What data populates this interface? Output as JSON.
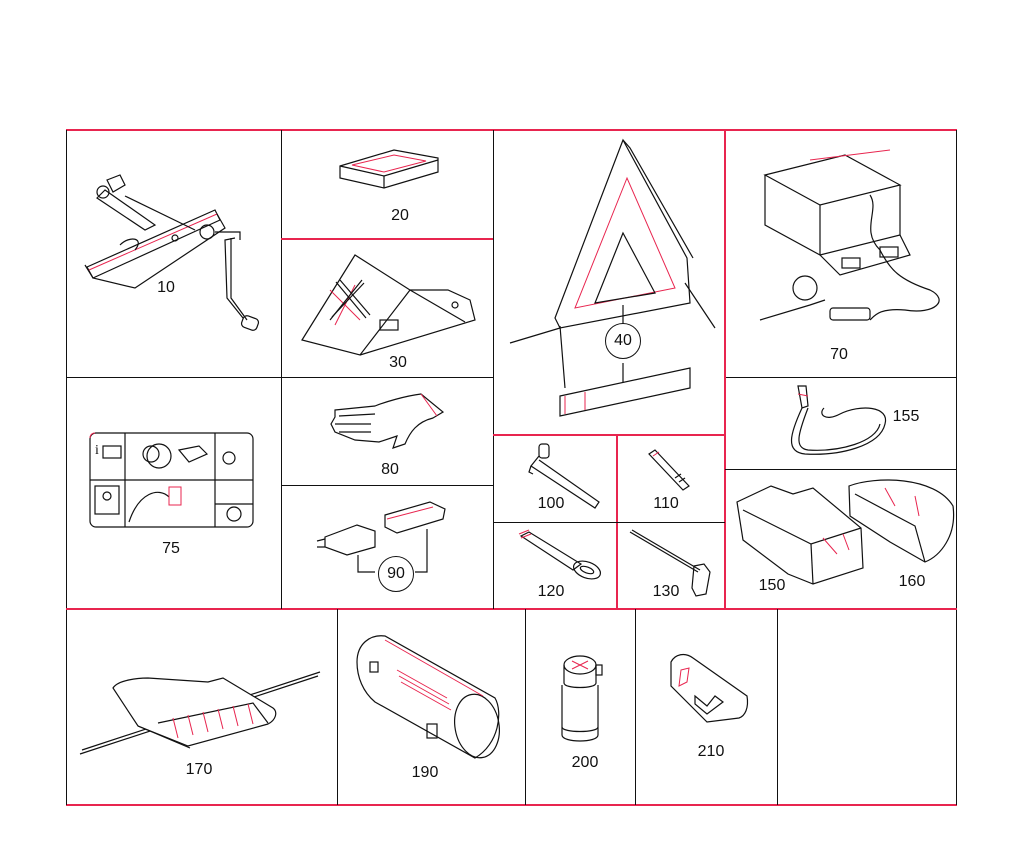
{
  "diagram": {
    "type": "parts-catalog-illustration",
    "accent_color": "#e8254f",
    "line_color": "#111111",
    "parts": [
      {
        "id": "10",
        "label": "10",
        "depicts": "scissor jack with crank handle"
      },
      {
        "id": "20",
        "label": "20",
        "depicts": "rubber pad"
      },
      {
        "id": "30",
        "label": "30",
        "depicts": "folding wheel chock"
      },
      {
        "id": "40",
        "label": "40",
        "depicts": "warning triangle with storage case"
      },
      {
        "id": "70",
        "label": "70",
        "depicts": "tire inflation compressor with gauge and plug"
      },
      {
        "id": "75",
        "label": "75",
        "depicts": "instruction label card"
      },
      {
        "id": "80",
        "label": "80",
        "depicts": "work glove"
      },
      {
        "id": "90",
        "label": "90",
        "depicts": "fuse puller / holders"
      },
      {
        "id": "100",
        "label": "100",
        "depicts": "lug wrench"
      },
      {
        "id": "110",
        "label": "110",
        "depicts": "alignment bolt"
      },
      {
        "id": "120",
        "label": "120",
        "depicts": "towing eye"
      },
      {
        "id": "130",
        "label": "130",
        "depicts": "screwdriver"
      },
      {
        "id": "150",
        "label": "150",
        "depicts": "tool tray"
      },
      {
        "id": "155",
        "label": "155",
        "depicts": "retaining strap"
      },
      {
        "id": "160",
        "label": "160",
        "depicts": "tool tray insert"
      },
      {
        "id": "170",
        "label": "170",
        "depicts": "tool roll pouch"
      },
      {
        "id": "190",
        "label": "190",
        "depicts": "first aid kit"
      },
      {
        "id": "200",
        "label": "200",
        "depicts": "sealant bottle"
      },
      {
        "id": "210",
        "label": "210",
        "depicts": "fuse box / pouch"
      }
    ]
  }
}
